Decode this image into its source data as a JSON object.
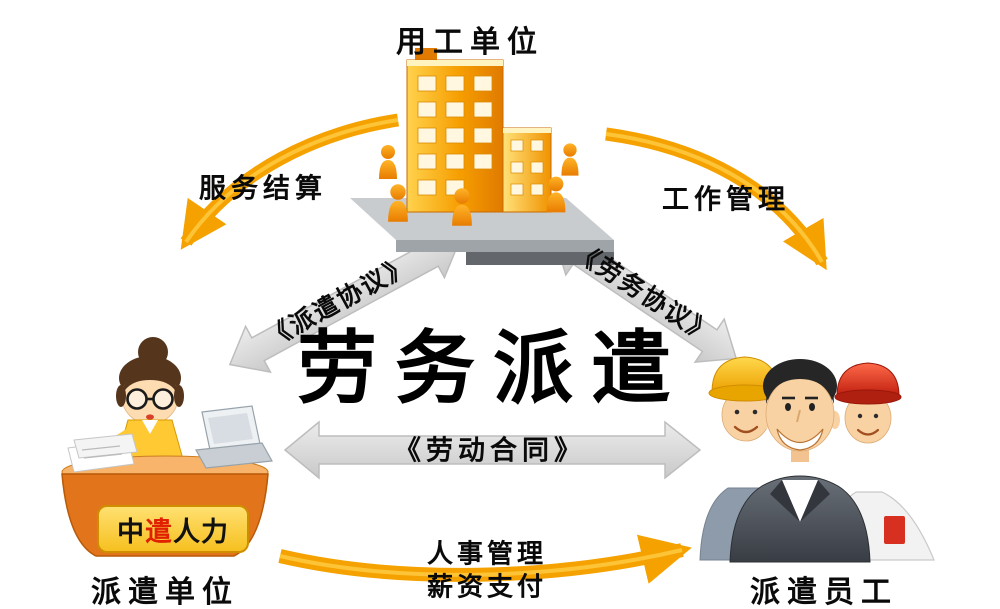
{
  "entities": {
    "employer": {
      "label": "用工单位"
    },
    "dispatch_unit": {
      "label": "派遣单位",
      "banner": {
        "part1": "中",
        "part2": "遣",
        "part3": "人力"
      }
    },
    "dispatched_staff": {
      "label": "派遣员工"
    }
  },
  "center_title": "劳务派遣",
  "relations": {
    "service_settlement": "服务结算",
    "work_management": "工作管理",
    "dispatch_agreement": "《派遣协议》",
    "labor_service_agreement": "《劳务协议》",
    "labor_contract": "《劳动合同》",
    "personnel_management": "人事管理",
    "salary_payment": "薪资支付"
  },
  "colors": {
    "arrow_gold": "#f5a200",
    "gray_arrow": "#dcdcdc",
    "building_orange": "#f59b00",
    "banner_yellow": "#f6c020",
    "banner_red_char": "#e02000",
    "helmet_yellow": "#ffc400",
    "helmet_red": "#d62818"
  }
}
